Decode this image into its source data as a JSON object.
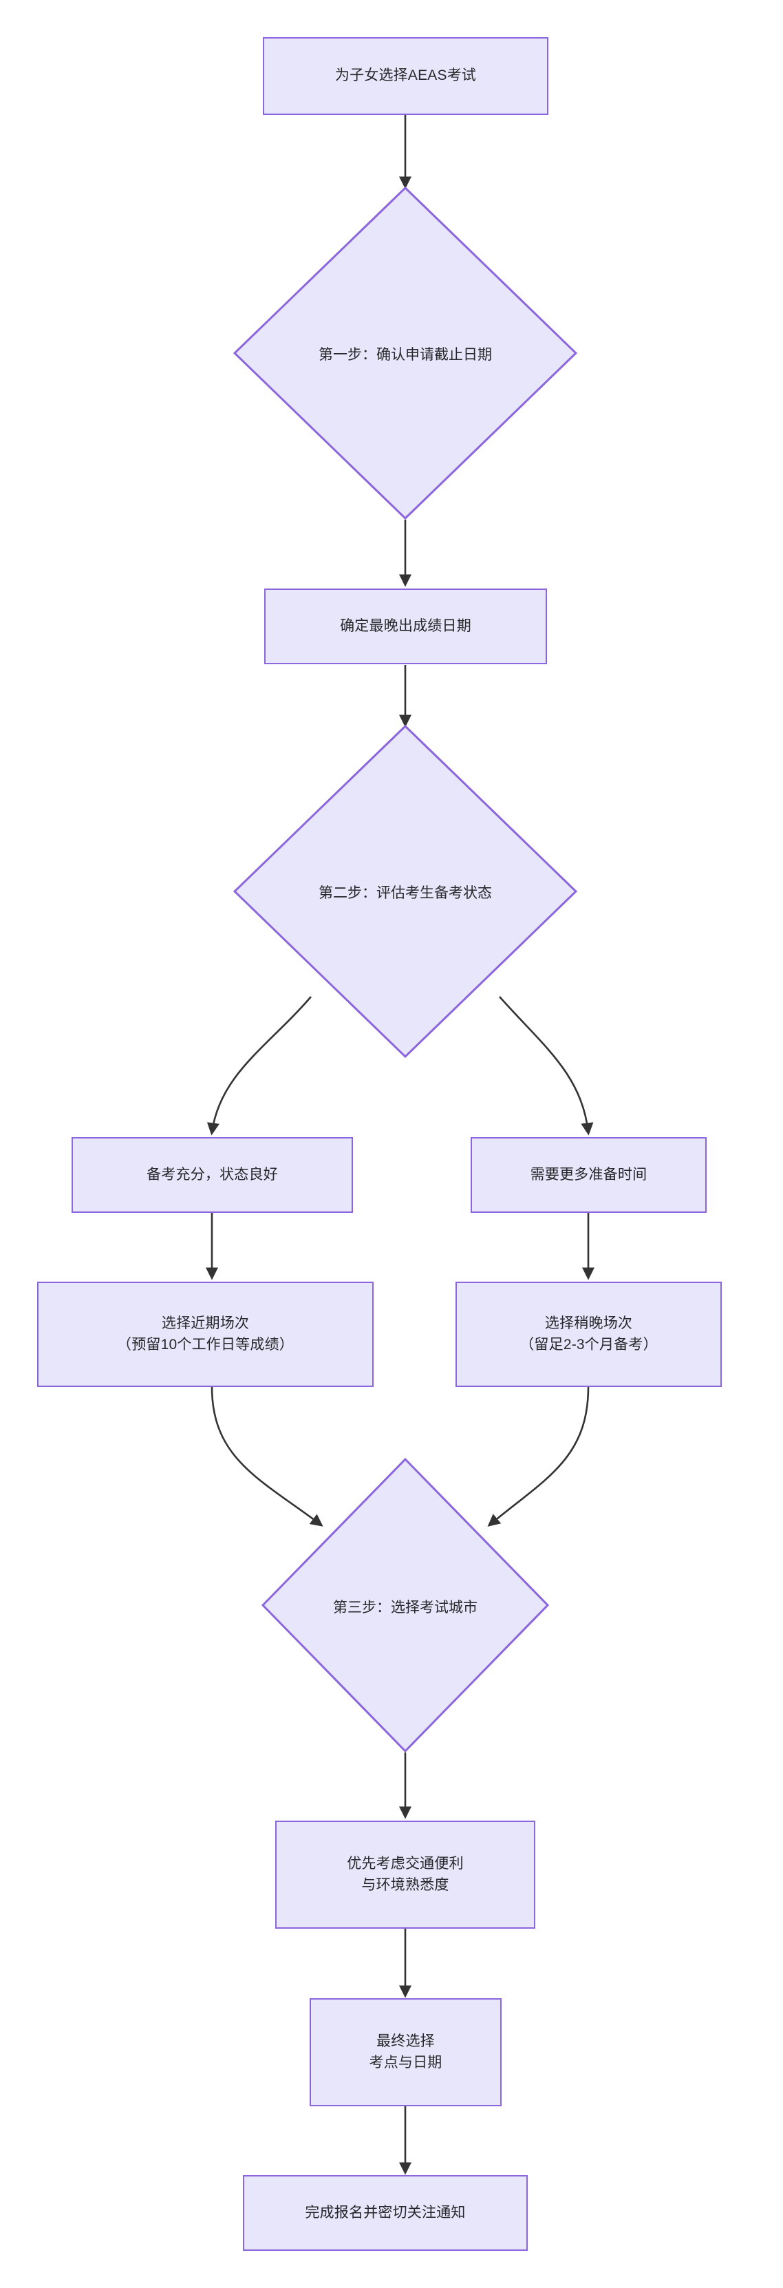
{
  "diagram": {
    "type": "flowchart",
    "orientation": "top-to-bottom",
    "title_text_visible": false,
    "theme": {
      "node_fill": "#e8e6fb",
      "node_border": "#8c66dc",
      "edge_color": "#333333",
      "text_color": "#26282b",
      "background": "#ffffff"
    },
    "nodes": [
      {
        "id": "start",
        "shape": "rectangle",
        "label": "为子女选择AEAS考试"
      },
      {
        "id": "step1",
        "shape": "diamond",
        "label": "第一步：确认申请截止日期"
      },
      {
        "id": "deadline",
        "shape": "rectangle",
        "label": "确定最晚出成绩日期"
      },
      {
        "id": "step2",
        "shape": "diamond",
        "label": "第二步：评估考生备考状态"
      },
      {
        "id": "ready",
        "shape": "rectangle",
        "label": "备考充分，状态良好"
      },
      {
        "id": "need-time",
        "shape": "rectangle",
        "label": "需要更多准备时间"
      },
      {
        "id": "early-session",
        "shape": "rectangle",
        "label": "选择近期场次\n（预留10个工作日等成绩）"
      },
      {
        "id": "late-session",
        "shape": "rectangle",
        "label": "选择稍晚场次\n（留足2-3个月备考）"
      },
      {
        "id": "step3",
        "shape": "diamond",
        "label": "第三步：选择考试城市"
      },
      {
        "id": "priority",
        "shape": "rectangle",
        "label": "优先考虑交通便利\n与环境熟悉度"
      },
      {
        "id": "final-choice",
        "shape": "rectangle",
        "label": "最终选择\n考点与日期"
      },
      {
        "id": "complete",
        "shape": "rectangle",
        "label": "完成报名并密切关注通知"
      }
    ],
    "edges": [
      {
        "from": "start",
        "to": "step1",
        "label": ""
      },
      {
        "from": "step1",
        "to": "deadline",
        "label": ""
      },
      {
        "from": "deadline",
        "to": "step2",
        "label": ""
      },
      {
        "from": "step2",
        "to": "ready",
        "label": ""
      },
      {
        "from": "step2",
        "to": "need-time",
        "label": ""
      },
      {
        "from": "ready",
        "to": "early-session",
        "label": ""
      },
      {
        "from": "need-time",
        "to": "late-session",
        "label": ""
      },
      {
        "from": "early-session",
        "to": "step3",
        "label": ""
      },
      {
        "from": "late-session",
        "to": "step3",
        "label": ""
      },
      {
        "from": "step3",
        "to": "priority",
        "label": ""
      },
      {
        "from": "priority",
        "to": "final-choice",
        "label": ""
      },
      {
        "from": "final-choice",
        "to": "complete",
        "label": ""
      }
    ]
  }
}
